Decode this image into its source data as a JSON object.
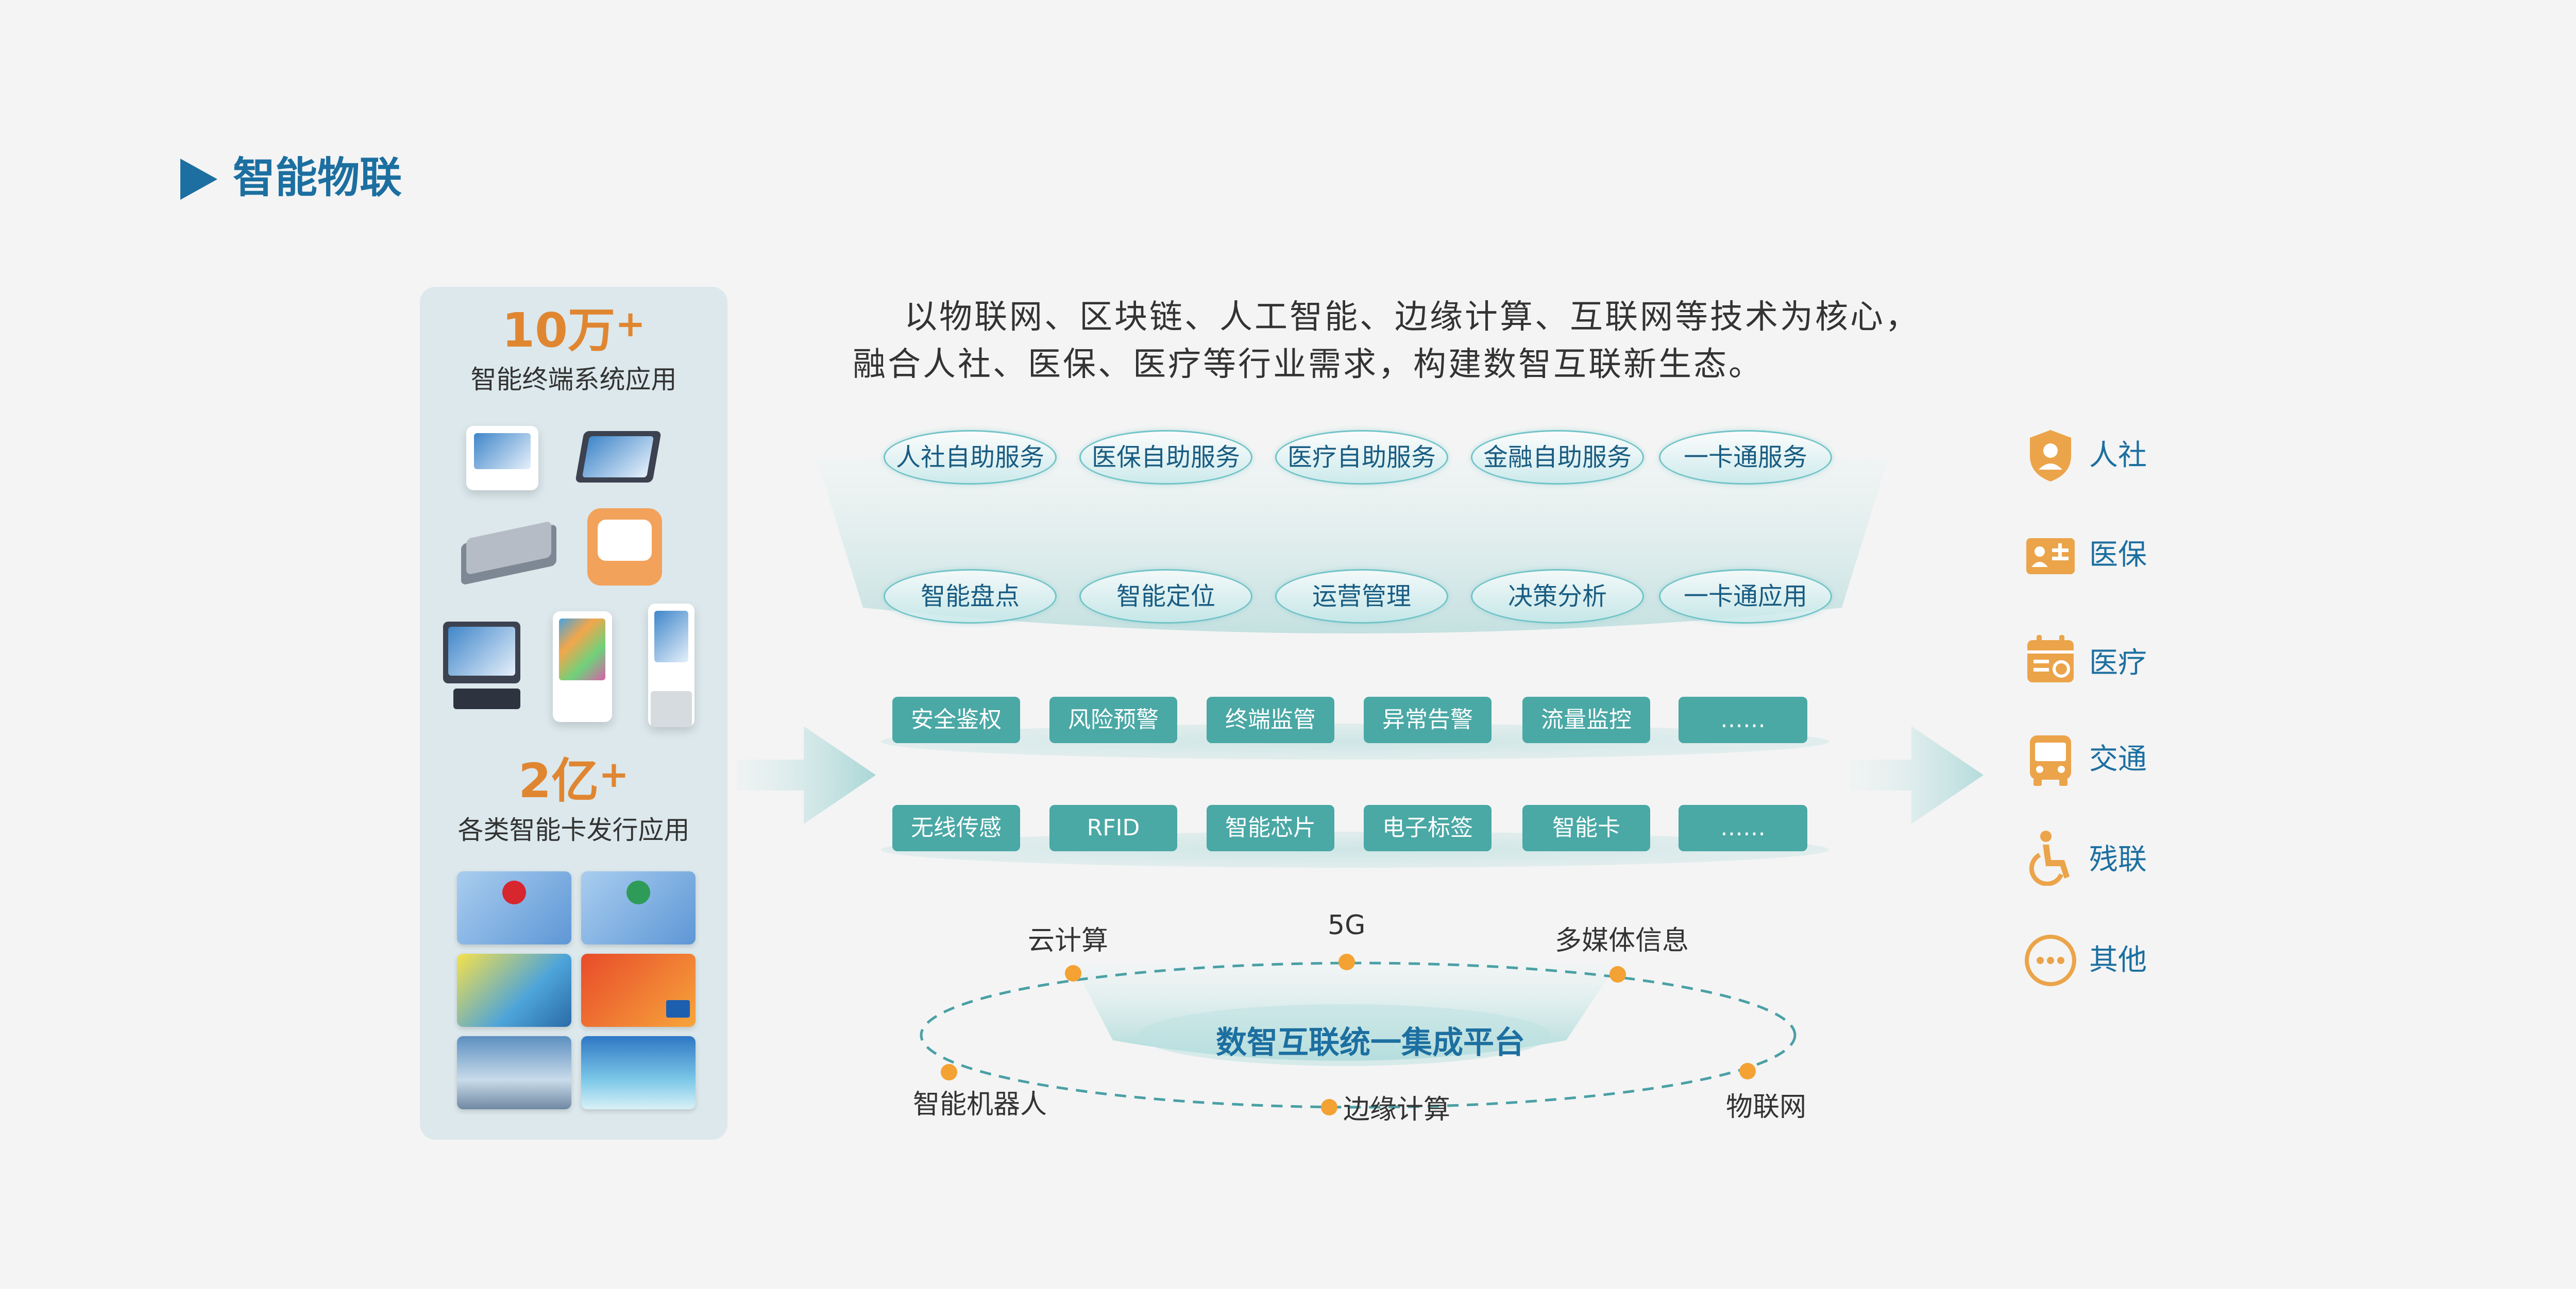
{
  "title": "智能物联",
  "left_panel": {
    "stat1_value": "10万",
    "stat1_plus": "+",
    "stat1_label": "智能终端系统应用",
    "stat2_value": "2亿",
    "stat2_plus": "+",
    "stat2_label": "各类智能卡发行应用"
  },
  "intro": {
    "line1": "以物联网、区块链、人工智能、边缘计算、互联网等技术为核心，",
    "line2": "融合人社、医保、医疗等行业需求，构建数智互联新生态。"
  },
  "services_row1": [
    "人社自助服务",
    "医保自助服务",
    "医疗自助服务",
    "金融自助服务",
    "一卡通服务"
  ],
  "services_row2": [
    "智能盘点",
    "智能定位",
    "运营管理",
    "决策分析",
    "一卡通应用"
  ],
  "monitor_row": [
    "安全鉴权",
    "风险预警",
    "终端监管",
    "异常告警",
    "流量监控",
    "……"
  ],
  "sensor_row": [
    "无线传感",
    "RFID",
    "智能芯片",
    "电子标签",
    "智能卡",
    "……"
  ],
  "platform": {
    "center": "数智互联统一集成平台",
    "nodes": {
      "cloud": "云计算",
      "fiveg": "5G",
      "multimedia": "多媒体信息",
      "robot": "智能机器人",
      "edge": "边缘计算",
      "iot": "物联网"
    }
  },
  "sectors": [
    {
      "label": "人社",
      "icon": "shield-person-icon"
    },
    {
      "label": "医保",
      "icon": "id-card-icon"
    },
    {
      "label": "医疗",
      "icon": "medical-calendar-icon"
    },
    {
      "label": "交通",
      "icon": "bus-icon"
    },
    {
      "label": "残联",
      "icon": "wheelchair-icon"
    },
    {
      "label": "其他",
      "icon": "more-dots-icon"
    }
  ],
  "colors": {
    "title_blue": "#1c6fa0",
    "accent_orange": "#e08631",
    "teal": "#4aa8a5",
    "icon_gold": "#eba44a"
  }
}
